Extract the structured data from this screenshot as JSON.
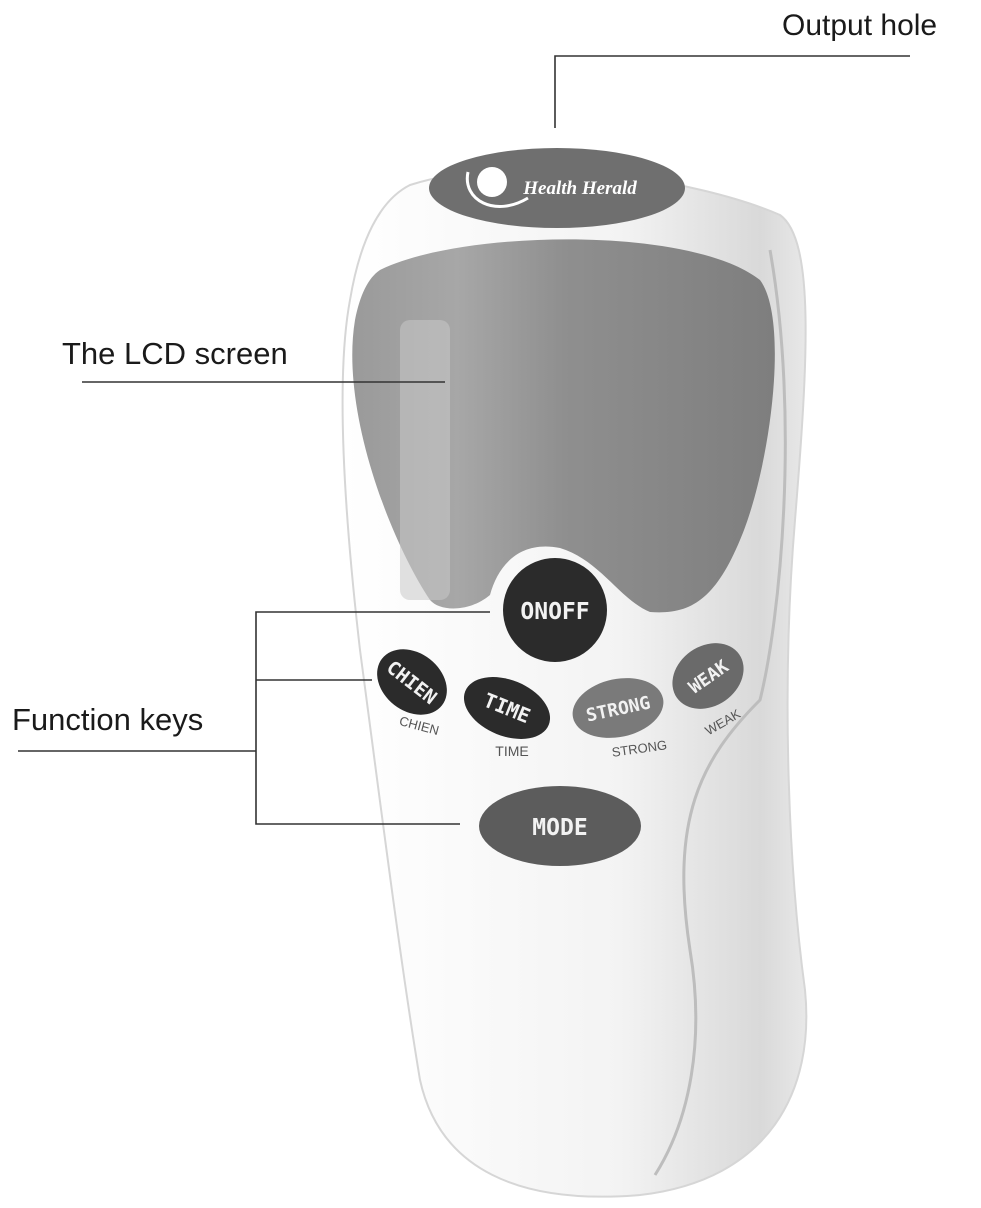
{
  "labels": {
    "output_hole": "Output hole",
    "lcd_screen": "The LCD screen",
    "function_keys": "Function keys"
  },
  "device": {
    "brand": "Health Herald",
    "buttons": {
      "onoff": "ONOFF",
      "chien": "CHIEN",
      "time": "TIME",
      "strong": "STRONG",
      "weak": "WEAK",
      "mode": "MODE"
    },
    "button_captions": {
      "chien": "CHIEN",
      "time": "TIME",
      "strong": "STRONG",
      "weak": "WEAK"
    }
  },
  "colors": {
    "dark_button": "#2b2b2b",
    "grey_button": "#7a7a7a",
    "mode_button": "#5c5c5c",
    "lcd": "#8c8c8c",
    "body": "#f4f4f4",
    "line": "#333333"
  }
}
